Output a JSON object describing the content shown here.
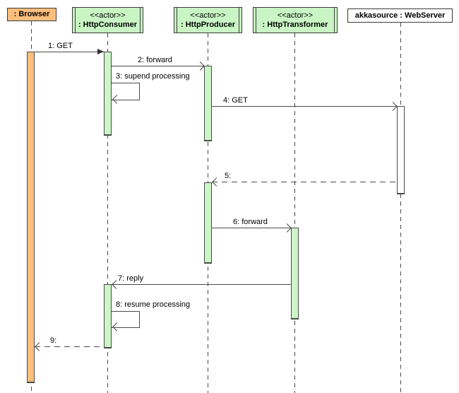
{
  "diagram": {
    "kind": "uml-sequence-diagram",
    "participants": [
      {
        "id": "browser",
        "stereotype": "",
        "label": ": Browser",
        "fill": "#fcbe7d"
      },
      {
        "id": "http-consumer",
        "stereotype": "<<actor>>",
        "label": ": HttpConsumer",
        "fill": "#c9f5c4"
      },
      {
        "id": "http-producer",
        "stereotype": "<<actor>>",
        "label": ": HttpProducer",
        "fill": "#c9f5c4"
      },
      {
        "id": "http-transformer",
        "stereotype": "<<actor>>",
        "label": ": HttpTransformer",
        "fill": "#c9f5c4"
      },
      {
        "id": "web-server",
        "stereotype": "",
        "label": "akkasource : WebServer",
        "fill": "#ffffff"
      }
    ],
    "messages": [
      {
        "label": "1: GET",
        "from": "browser",
        "to": "http-consumer",
        "line": "solid",
        "arrowhead": "filled"
      },
      {
        "label": "2: forward",
        "from": "http-consumer",
        "to": "http-producer",
        "line": "solid",
        "arrowhead": "open"
      },
      {
        "label": "3: supend processing",
        "from": "http-consumer",
        "to": "http-consumer",
        "line": "solid",
        "arrowhead": "open",
        "self_message": true
      },
      {
        "label": "4: GET",
        "from": "http-producer",
        "to": "web-server",
        "line": "solid",
        "arrowhead": "open"
      },
      {
        "label": "5:",
        "from": "web-server",
        "to": "http-producer",
        "line": "dashed",
        "arrowhead": "open"
      },
      {
        "label": "6: forward",
        "from": "http-producer",
        "to": "http-transformer",
        "line": "solid",
        "arrowhead": "open"
      },
      {
        "label": "7: reply",
        "from": "http-transformer",
        "to": "http-consumer",
        "line": "solid",
        "arrowhead": "open"
      },
      {
        "label": "8: resume processing",
        "from": "http-consumer",
        "to": "http-consumer",
        "line": "solid",
        "arrowhead": "open",
        "self_message": true
      },
      {
        "label": "9:",
        "from": "http-consumer",
        "to": "browser",
        "line": "dashed",
        "arrowhead": "open"
      }
    ],
    "colors": {
      "background": "#ffffff",
      "browser_fill": "#fcbe7d",
      "actor_fill": "#c9f5c4",
      "activation_fill": "#ccf6c7",
      "webserver_activation_fill": "#ffffff",
      "line": "#4a4a4a",
      "text": "#000000"
    }
  }
}
